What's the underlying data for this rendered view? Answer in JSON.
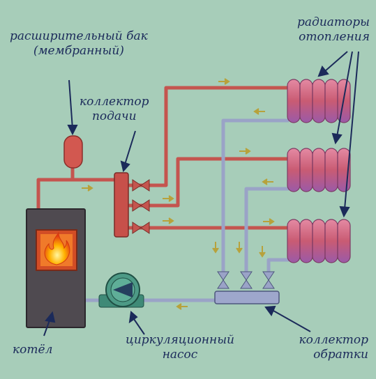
{
  "labels": {
    "expansion_tank": [
      "расширительный бак",
      "(мембранный)"
    ],
    "supply_manifold": [
      "коллектор",
      "подачи"
    ],
    "radiators": [
      "радиаторы",
      "отопления"
    ],
    "boiler": [
      "котёл"
    ],
    "pump": [
      "циркуляционный",
      "насос"
    ],
    "return_manifold": [
      "коллектор",
      "обратки"
    ]
  },
  "colors": {
    "background": "#a7cdb9",
    "supply_pipe": "#c4554f",
    "return_pipe": "#9aa3c7",
    "boiler_body": "#4f4a50",
    "pump_body": "#4d9a86",
    "flow_arrow": "#b7a23c",
    "label_text": "#1b2a5a"
  },
  "icons": {
    "flame": "fire-icon",
    "pump": "circulation-pump-icon",
    "valve": "ball-valve-icon",
    "radiator": "radiator-icon"
  }
}
